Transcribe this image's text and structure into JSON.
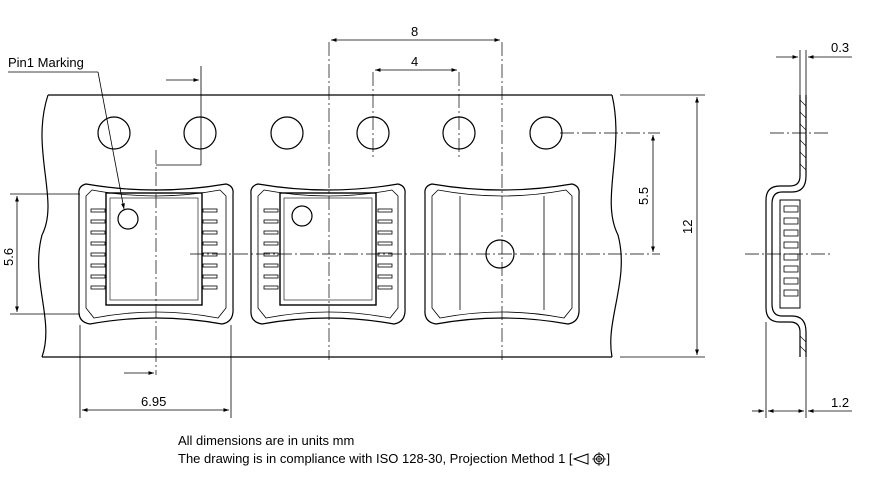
{
  "labels": {
    "pin1_marking": "Pin1 Marking"
  },
  "dimensions": {
    "pocket_pitch": "8",
    "sprocket_pitch": "4",
    "tape_thickness": "0.3",
    "hole_to_pocket": "5.5",
    "tape_width": "12",
    "pocket_length": "5.6",
    "pocket_width": "6.95",
    "pocket_depth": "1.2"
  },
  "notes": {
    "units": "All dimensions are in units mm",
    "compliance_prefix": "The drawing is in compliance with ISO 128-30, Projection Method 1 [",
    "compliance_suffix": "]"
  },
  "symbols": {
    "projection": "first-angle-projection-icon"
  }
}
